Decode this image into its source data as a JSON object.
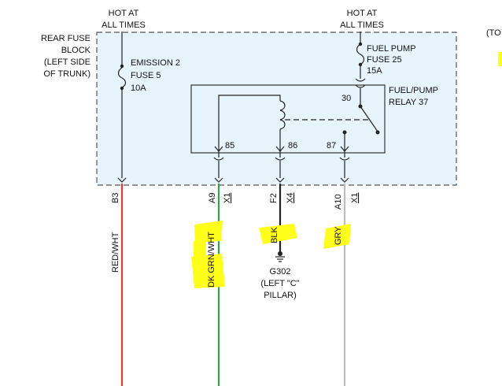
{
  "header": {
    "hot_left_1": "HOT AT",
    "hot_left_2": "ALL TIMES",
    "hot_right_1": "HOT AT",
    "hot_right_2": "ALL TIMES",
    "edge_text": "(TO"
  },
  "fuse_block": {
    "line1": "REAR FUSE",
    "line2": "BLOCK",
    "line3": "(LEFT SIDE",
    "line4": "OF TRUNK)"
  },
  "fuse_emission": {
    "line1": "EMISSION 2",
    "line2": "FUSE 5",
    "line3": "10A"
  },
  "fuse_fuelpump": {
    "line1": "FUEL PUMP",
    "line2": "FUSE 25",
    "line3": "15A"
  },
  "relay": {
    "line1": "FUEL/PUMP",
    "line2": "RELAY 37",
    "pin30": "30",
    "pin85": "85",
    "pin86": "86",
    "pin87": "87"
  },
  "connectors": {
    "b3": "B3",
    "a9": "A9",
    "a9_x": "X1",
    "f2": "F2",
    "f2_x": "X4",
    "a10": "A10",
    "a10_x": "X1"
  },
  "wires": {
    "w1_label": "RED/WHT",
    "w2_label": "DK GRN/WHT",
    "w3_label": "BLK",
    "w4_label": "GRY"
  },
  "ground": {
    "line1": "G302",
    "line2": "(LEFT \"C\"",
    "line3": "PILLAR)"
  },
  "colors": {
    "box_fill": "#e8f4fb",
    "box_stroke": "#555555",
    "red_wire": "#e53935",
    "green_wire": "#2ea44f",
    "black_wire": "#222222",
    "gray_wire": "#bdbdbd",
    "highlight": "#ffff1a"
  }
}
